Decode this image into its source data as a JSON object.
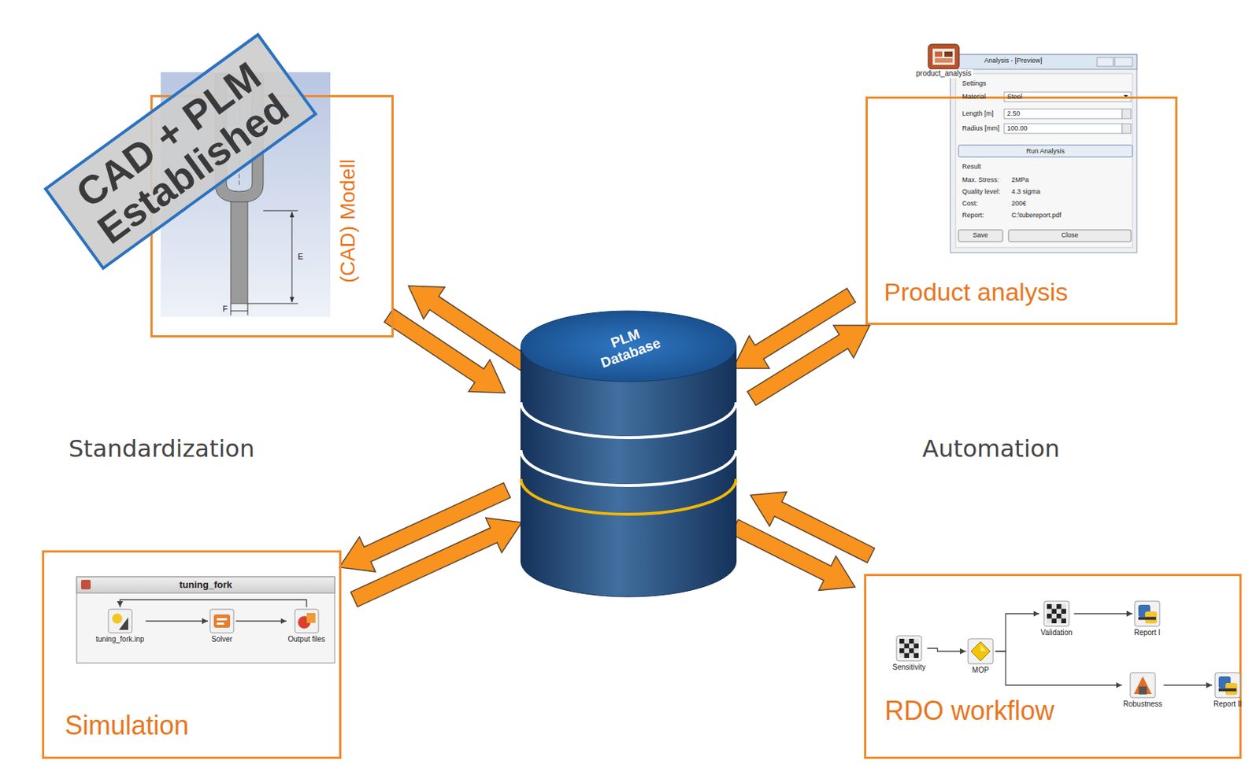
{
  "diagram": {
    "nodes": [
      {
        "text": [
          "(CAD) Modell"
        ]
      },
      {
        "text": [
          "Product analysis"
        ]
      },
      {
        "text": [
          "PLM Database"
        ]
      },
      {
        "text": [
          "Simulation"
        ]
      },
      {
        "text": [
          "tuning_fork"
        ],
        "in": 3
      },
      {
        "text": [
          "tuning_fork.inp"
        ],
        "in": 4
      },
      {
        "text": [
          "Solver"
        ],
        "in": 4
      },
      {
        "text": [
          "Output files"
        ],
        "in": 4
      },
      {
        "text": [
          "RDO workflow"
        ]
      },
      {
        "text": [
          "Sensitivity"
        ],
        "in": 8
      },
      {
        "text": [
          "MOP"
        ],
        "in": 8
      },
      {
        "text": [
          "Validation"
        ],
        "in": 8
      },
      {
        "text": [
          "Report I"
        ],
        "in": 8
      },
      {
        "text": [
          "Robustness"
        ],
        "in": 8
      },
      {
        "text": [
          "Report II"
        ],
        "in": 8
      }
    ],
    "edges": [
      {
        "from": 2,
        "to": 0,
        "arrow": "to"
      },
      {
        "from": 0,
        "to": 2,
        "arrow": "to"
      },
      {
        "from": 1,
        "to": 2,
        "arrow": "to"
      },
      {
        "from": 2,
        "to": 1,
        "arrow": "to"
      },
      {
        "from": 3,
        "to": 2,
        "arrow": "to"
      },
      {
        "from": 2,
        "to": 3,
        "arrow": "to"
      },
      {
        "from": 8,
        "to": 2,
        "arrow": "to"
      },
      {
        "from": 2,
        "to": 8,
        "arrow": "to"
      },
      {
        "from": 5,
        "to": 6,
        "arrow": "to"
      },
      {
        "from": 6,
        "to": 7,
        "arrow": "to"
      },
      {
        "from": 7,
        "to": 5,
        "arrow": "to"
      },
      {
        "from": 9,
        "to": 10,
        "arrow": "to"
      },
      {
        "from": 10,
        "to": 11,
        "arrow": "to"
      },
      {
        "from": 10,
        "to": 13,
        "arrow": "to"
      },
      {
        "from": 11,
        "to": 12,
        "arrow": "to"
      },
      {
        "from": 13,
        "to": 14,
        "arrow": "to"
      }
    ],
    "labels": [
      "Standardization",
      "Automation",
      "CAD + PLM Established",
      "E",
      "F",
      "product_analysis",
      "Analysis - [Preview]",
      "Settings",
      "Material",
      "Steel",
      "Length [m]",
      "2.50",
      "Radius [mm]",
      "100.00",
      "Run Analysis",
      "Result",
      "Max. Stress:",
      "2MPa",
      "Quality level:",
      "4.3 sigma",
      "Cost:",
      "200€",
      "Report:",
      "C:\\tubereport.pdf",
      "Save",
      "Close"
    ]
  }
}
